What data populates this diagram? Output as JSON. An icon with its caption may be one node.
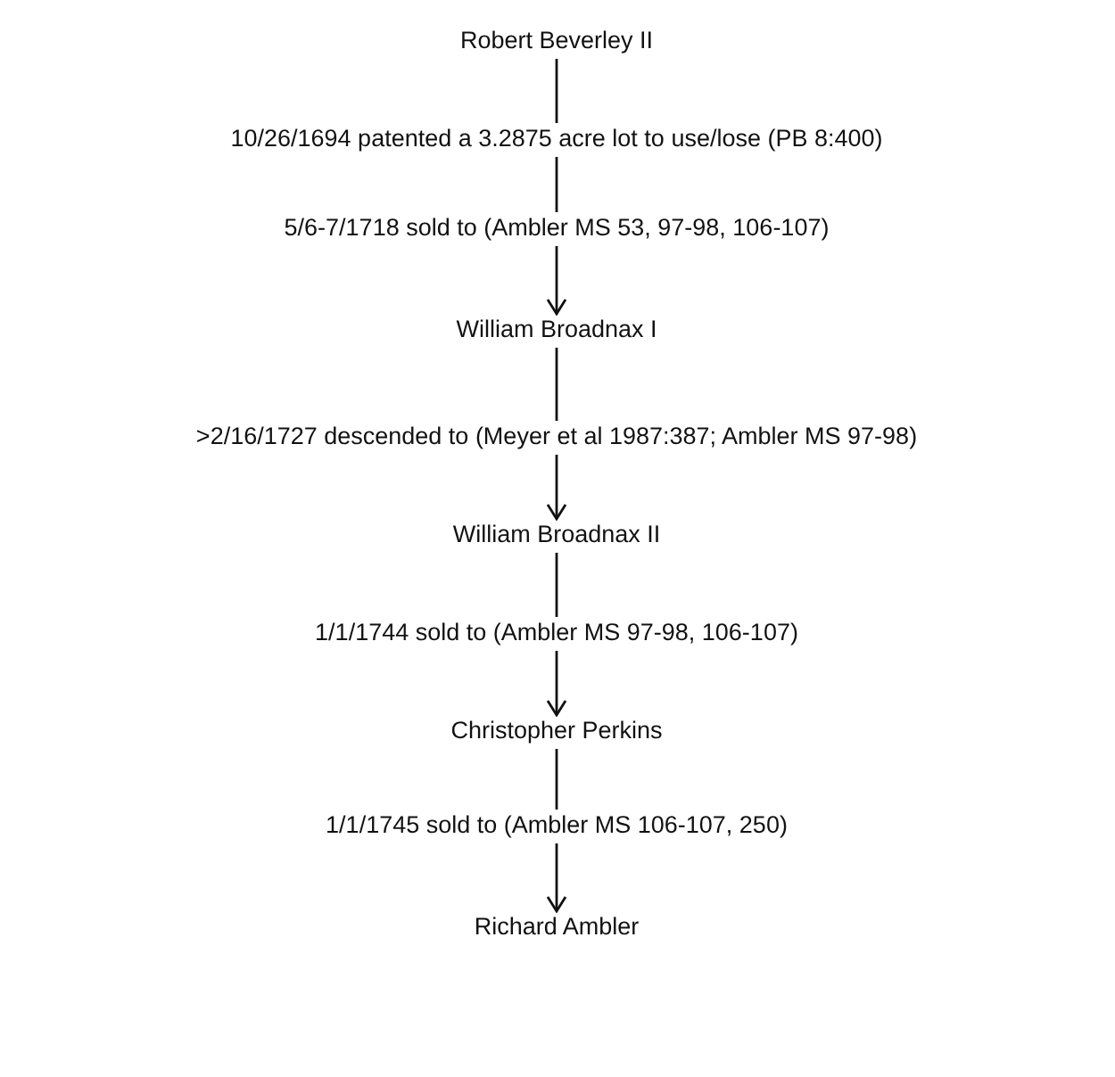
{
  "diagram": {
    "nodes": [
      {
        "text": [
          "Robert Beverley II"
        ]
      },
      {
        "text": [
          "10/26/1694 patented a 3.2875 acre lot to use/lose (PB 8:400)"
        ]
      },
      {
        "text": [
          "5/6-7/1718 sold to (Ambler MS 53, 97-98, 106-107)"
        ]
      },
      {
        "text": [
          "William Broadnax I"
        ]
      },
      {
        "text": [
          ">2/16/1727 descended to (Meyer et al 1987:387; Ambler MS 97-98)"
        ]
      },
      {
        "text": [
          "William Broadnax II"
        ]
      },
      {
        "text": [
          "1/1/1744 sold to (Ambler MS 97-98, 106-107)"
        ]
      },
      {
        "text": [
          "Christopher Perkins"
        ]
      },
      {
        "text": [
          "1/1/1745 sold to (Ambler MS 106-107, 250)"
        ]
      },
      {
        "text": [
          "Richard Ambler"
        ]
      }
    ],
    "edges": [
      {
        "from": 0,
        "to": 1,
        "arrow": "none"
      },
      {
        "from": 1,
        "to": 2,
        "arrow": "none"
      },
      {
        "from": 2,
        "to": 3,
        "arrow": "to"
      },
      {
        "from": 3,
        "to": 4,
        "arrow": "none"
      },
      {
        "from": 4,
        "to": 5,
        "arrow": "to"
      },
      {
        "from": 5,
        "to": 6,
        "arrow": "none"
      },
      {
        "from": 6,
        "to": 7,
        "arrow": "to"
      },
      {
        "from": 7,
        "to": 8,
        "arrow": "none"
      },
      {
        "from": 8,
        "to": 9,
        "arrow": "to"
      }
    ]
  }
}
